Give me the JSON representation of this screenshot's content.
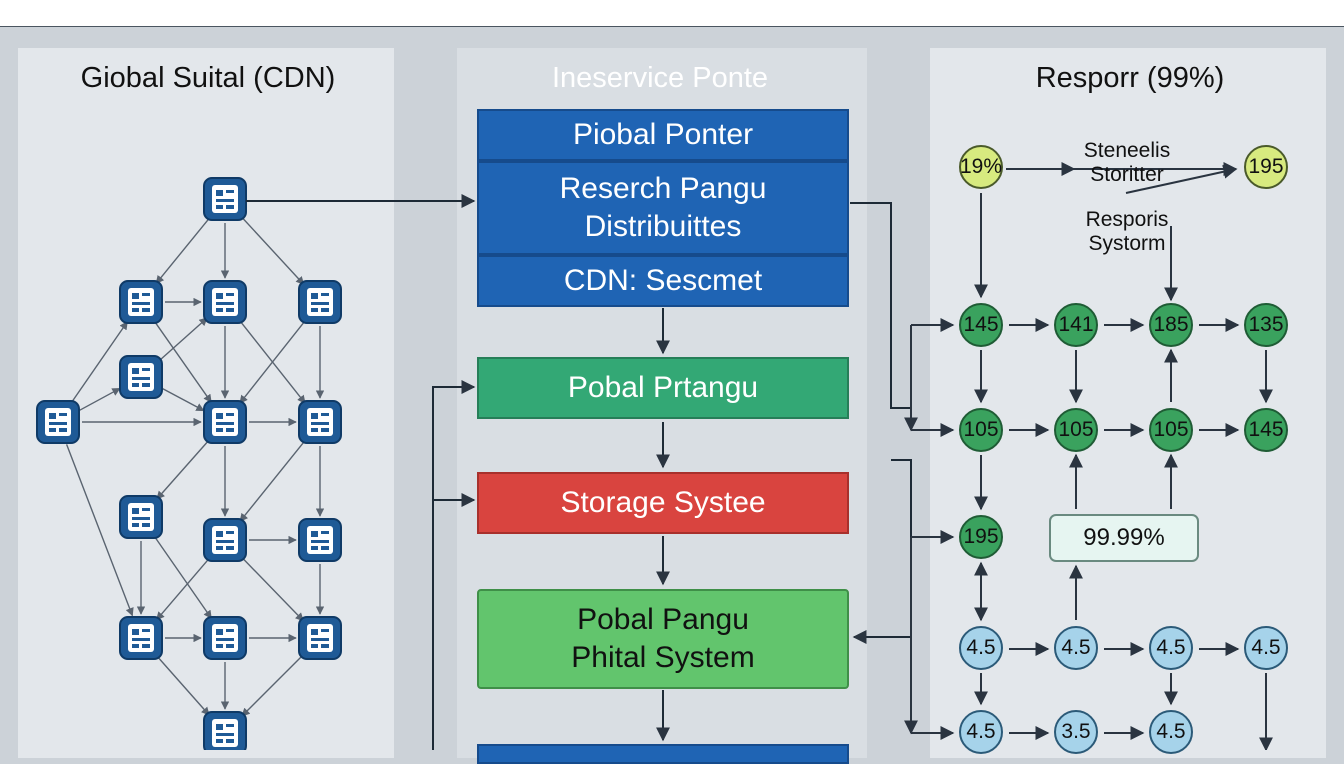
{
  "panels": {
    "left_title": "Giobal Suital (CDN)",
    "mid_title": "Ineservice Ponte",
    "right_title": "Resporr (99%)"
  },
  "blocks": [
    {
      "id": "piobal-ponter",
      "text": "Piobal Ponter"
    },
    {
      "id": "reserch-pangu",
      "text": "Reserch Pangu\nDistribuittes"
    },
    {
      "id": "cdn-sescmet",
      "text": "CDN: Sescmet"
    },
    {
      "id": "pobal-prtangu",
      "text": "Pobal Prtangu"
    },
    {
      "id": "storage-systee",
      "text": "Storage Systee"
    },
    {
      "id": "pobal-pangu-phital",
      "text": "Pobal Pangu\nPhital System"
    }
  ],
  "right": {
    "top_left_value": "19%",
    "top_right_value": "195",
    "label_top": "Steneelis\nStoritter",
    "label_mid": "Resporis\nSystorm",
    "row1": [
      "145",
      "141",
      "185",
      "135"
    ],
    "row2": [
      "105",
      "105",
      "105",
      "145"
    ],
    "row3_node": "195",
    "percent_box": "99.99%",
    "row4": [
      "4.5",
      "4.5",
      "4.5",
      "4.5"
    ],
    "row5": [
      "4.5",
      "3.5",
      "4.5"
    ]
  },
  "colors": {
    "block_blue": "#1f64b4",
    "block_teal": "#33a875",
    "block_red": "#d9443f",
    "block_green": "#62c56d",
    "node_yellow": "#d7ea7f",
    "node_green": "#3aa25e",
    "node_blue": "#a6d3ea",
    "server_icon": "#1f5a96"
  },
  "icons": {
    "server_node": "server-icon"
  }
}
